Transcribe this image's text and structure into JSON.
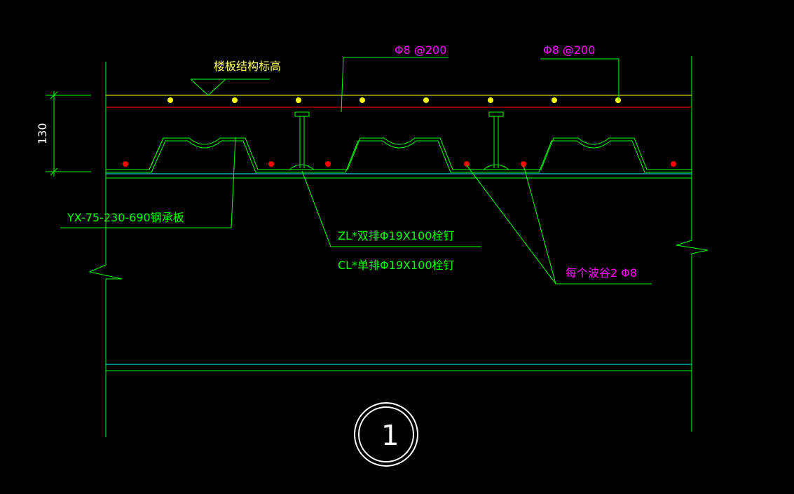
{
  "drawing": {
    "floor_label": "楼板结构标高",
    "rebar_top_left": "Φ8 @200",
    "rebar_top_right": "Φ8 @200",
    "dimension": "130",
    "deck_label": "YX-75-230-690钢承板",
    "stud_zl": "ZL*双排Φ19X100栓钉",
    "stud_cl": "CL*单排Φ19X100栓钉",
    "wave_rebar": "每个波谷2 Φ8",
    "detail_number": "1"
  },
  "colors": {
    "line_green": "#00ff00",
    "line_cyan": "#00ffff",
    "slab_top_yellow": "#ffff00",
    "rebar_red": "#ff0000",
    "top_bar_yellow": "#ffff00",
    "label_magenta": "#ff00ff",
    "background": "#000000"
  }
}
